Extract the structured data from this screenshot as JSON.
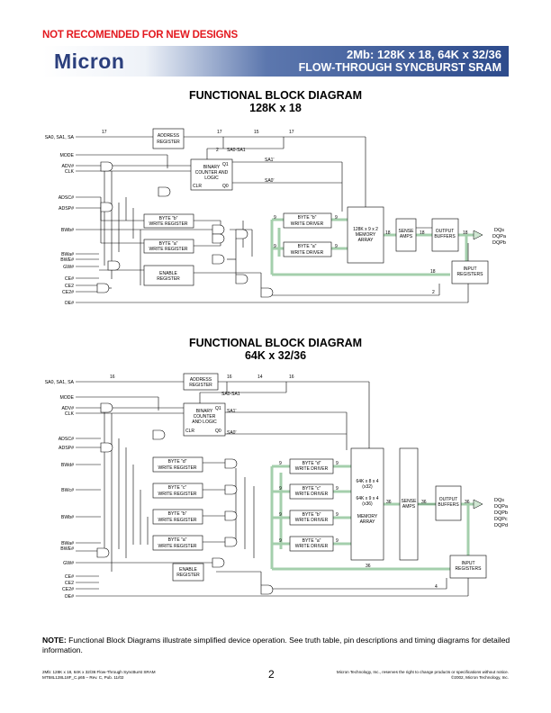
{
  "header": {
    "notice": "NOT RECOMENDED FOR NEW DESIGNS",
    "logo_text": "Micron",
    "title_line1": "2Mb: 128K x 18, 64K x 32/36",
    "title_line2": "FLOW-THROUGH SYNCBURST SRAM"
  },
  "diagram1": {
    "title_line1": "FUNCTIONAL BLOCK DIAGRAM",
    "title_line2": "128K x 18",
    "signals": [
      "SA0, SA1, SA",
      "MODE",
      "ADV#",
      "CLK",
      "ADSC#",
      "ADSP#",
      "BWb#",
      "BWa#",
      "BWE#",
      "GW#",
      "CE#",
      "CE2",
      "CE2#",
      "OE#"
    ],
    "blocks": {
      "address_register": [
        "ADDRESS",
        "REGISTER"
      ],
      "binary_counter": [
        "BINARY",
        "COUNTER AND",
        "LOGIC"
      ],
      "byte_b_write_register": [
        "BYTE \"b\"",
        "WRITE REGISTER"
      ],
      "byte_a_write_register": [
        "BYTE \"a\"",
        "WRITE REGISTER"
      ],
      "enable_register": [
        "ENABLE",
        "REGISTER"
      ],
      "byte_b_write_driver": [
        "BYTE \"b\"",
        "WRITE DRIVER"
      ],
      "byte_a_write_driver": [
        "BYTE \"a\"",
        "WRITE DRIVER"
      ],
      "memory_array": [
        "128K x 9 x 2",
        "MEMORY",
        "ARRAY"
      ],
      "sense_amps": [
        "SENSE",
        "AMPS"
      ],
      "output_buffers": [
        "OUTPUT",
        "BUFFERS"
      ],
      "input_registers": [
        "INPUT",
        "REGISTERS"
      ]
    },
    "labels": {
      "bus17a": "17",
      "bus17b": "17",
      "bus15": "15",
      "bus17c": "17",
      "bus2": "2",
      "sa0_sa1": "SA0-SA1",
      "q1": "Q1",
      "q0": "Q0",
      "clr": "CLR",
      "sa1p": "SA1'",
      "sa0p": "SA0'",
      "w9a": "9",
      "w9b": "9",
      "w9c": "9",
      "w9d": "9",
      "w18a": "18",
      "w18b": "18",
      "w18c": "18",
      "w18d": "18",
      "w2": "2"
    },
    "outputs": [
      "DQs",
      "DQPa",
      "DQPb"
    ]
  },
  "diagram2": {
    "title_line1": "FUNCTIONAL BLOCK DIAGRAM",
    "title_line2": "64K x 32/36",
    "signals": [
      "SA0, SA1, SA",
      "MODE",
      "ADV#",
      "CLK",
      "ADSC#",
      "ADSP#",
      "BWd#",
      "BWc#",
      "BWb#",
      "BWa#",
      "BWE#",
      "GW#",
      "CE#",
      "CE2",
      "CE2#",
      "OE#"
    ],
    "blocks": {
      "address_register": [
        "ADDRESS",
        "REGISTER"
      ],
      "binary_counter": [
        "BINARY",
        "COUNTER",
        "AND LOGIC"
      ],
      "byte_d_write_register": [
        "BYTE \"d\"",
        "WRITE REGISTER"
      ],
      "byte_c_write_register": [
        "BYTE \"c\"",
        "WRITE REGISTER"
      ],
      "byte_b_write_register": [
        "BYTE \"b\"",
        "WRITE REGISTER"
      ],
      "byte_a_write_register": [
        "BYTE \"a\"",
        "WRITE REGISTER"
      ],
      "enable_register": [
        "ENABLE",
        "REGISTER"
      ],
      "byte_d_write_driver": [
        "BYTE \"d\"",
        "WRITE DRIVER"
      ],
      "byte_c_write_driver": [
        "BYTE \"c\"",
        "WRITE DRIVER"
      ],
      "byte_b_write_driver": [
        "BYTE \"b\"",
        "WRITE DRIVER"
      ],
      "byte_a_write_driver": [
        "BYTE \"a\"",
        "WRITE DRIVER"
      ],
      "memory_array": [
        "64K x 8 x 4",
        "(x32)",
        "",
        "64K x 9 x 4",
        "(x36)",
        "",
        "MEMORY",
        "ARRAY"
      ],
      "sense_amps": [
        "SENSE",
        "AMPS"
      ],
      "output_buffers": [
        "OUTPUT",
        "BUFFERS"
      ],
      "input_registers": [
        "INPUT",
        "REGISTERS"
      ]
    },
    "labels": {
      "bus16a": "16",
      "bus16b": "16",
      "bus14": "14",
      "bus16c": "16",
      "sa0_sa1": "SA0-SA1",
      "q1": "Q1",
      "q0": "Q0",
      "clr": "CLR",
      "sa1p": "SA1'",
      "sa0p": "SA0'",
      "w9a": "9",
      "w9b": "9",
      "w9c": "9",
      "w9d": "9",
      "w9e": "9",
      "w9f": "9",
      "w9g": "9",
      "w9h": "9",
      "w36a": "36",
      "w36b": "36",
      "w36c": "36",
      "w36d": "36",
      "w4": "4"
    },
    "outputs": [
      "DQs",
      "DQPa",
      "DQPb",
      "DQPc",
      "DQPd"
    ]
  },
  "note": {
    "label": "NOTE:",
    "text": "Functional Block Diagrams illustrate simplified device operation. See truth table, pin descriptions and timing diagrams for detailed information."
  },
  "footer": {
    "left_line1": "2Mb: 128K x 18, 64K x 32/36 Flow-Through SyncBurst SRAM",
    "left_line2": "MT58L128L18F_C.p65 – Rev. C, Pub. 11/02",
    "page": "2",
    "right_line1": "Micron Technology, Inc., reserves the right to change products or specifications without notice.",
    "right_line2": "©2002, Micron Technology, Inc."
  }
}
